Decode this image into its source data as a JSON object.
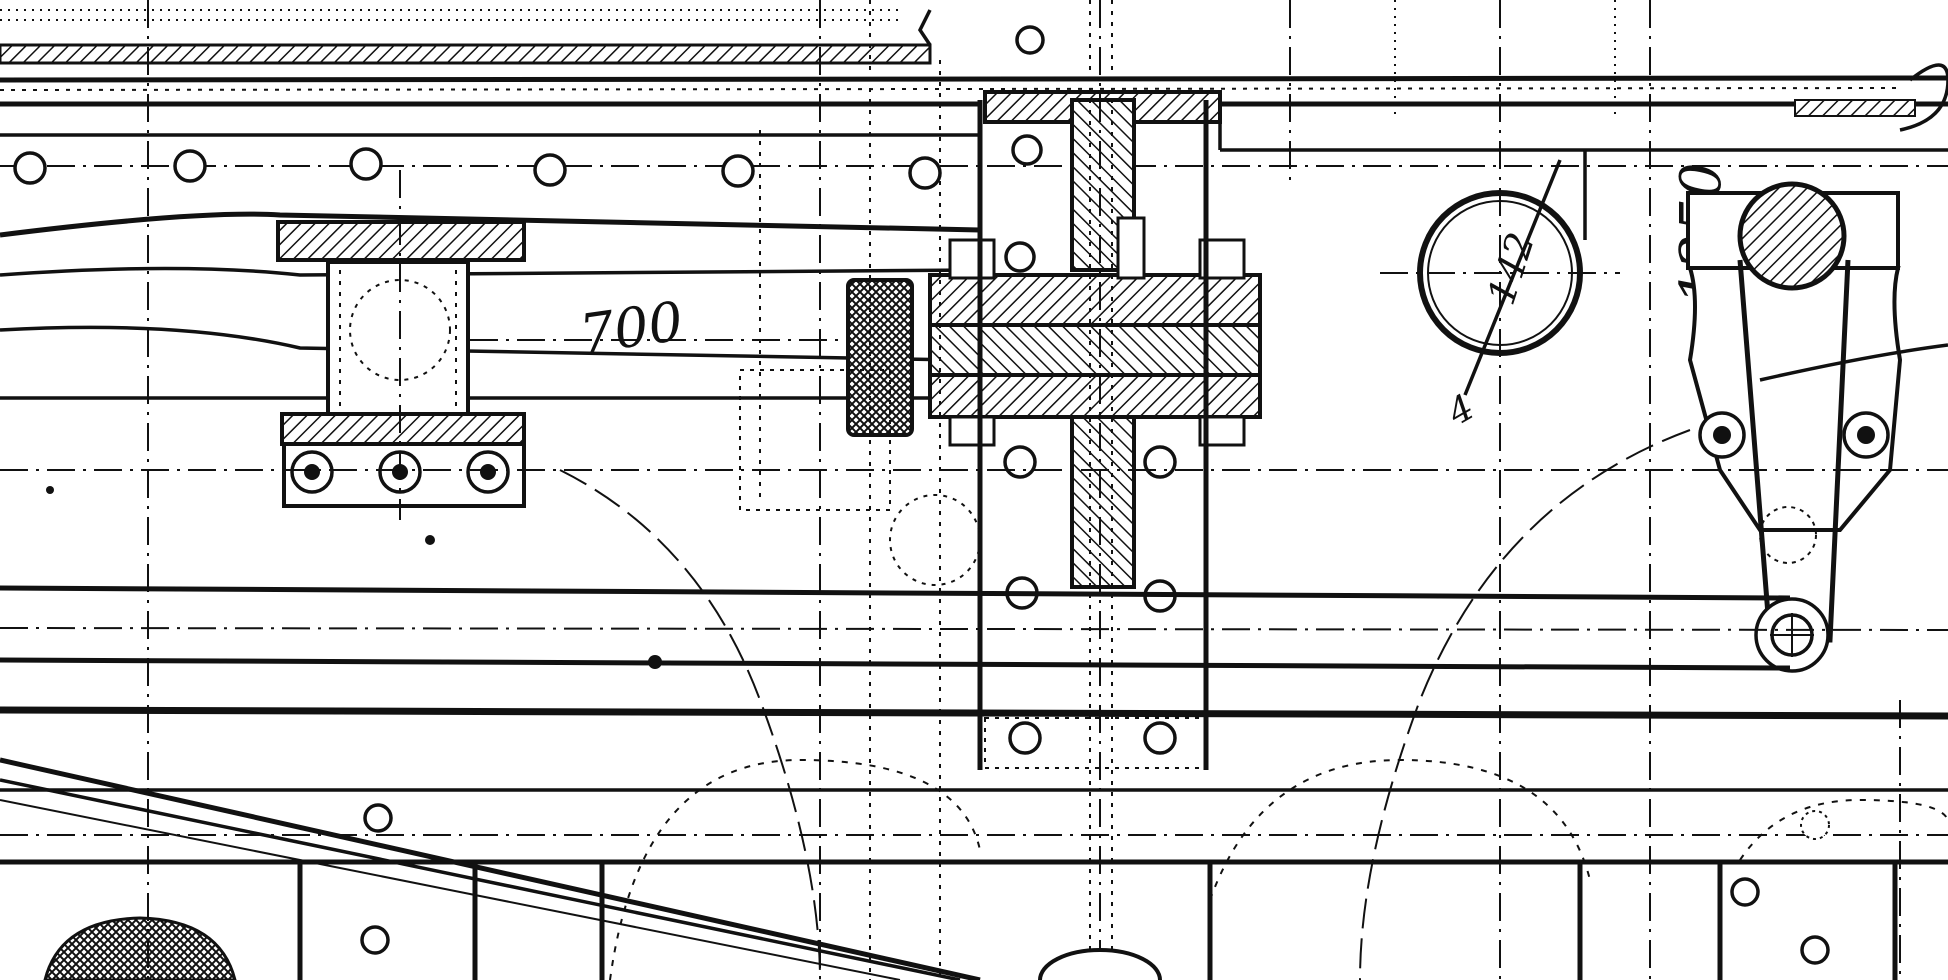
{
  "drawing": {
    "ink_color": "#111111",
    "paper_color": "#ffffff",
    "hatch_color": "#111111"
  },
  "labels": {
    "dimension_700": "700",
    "dimension_1250": "1250",
    "dimension_diameter": "142",
    "dimension_arrow_mark": "4"
  }
}
